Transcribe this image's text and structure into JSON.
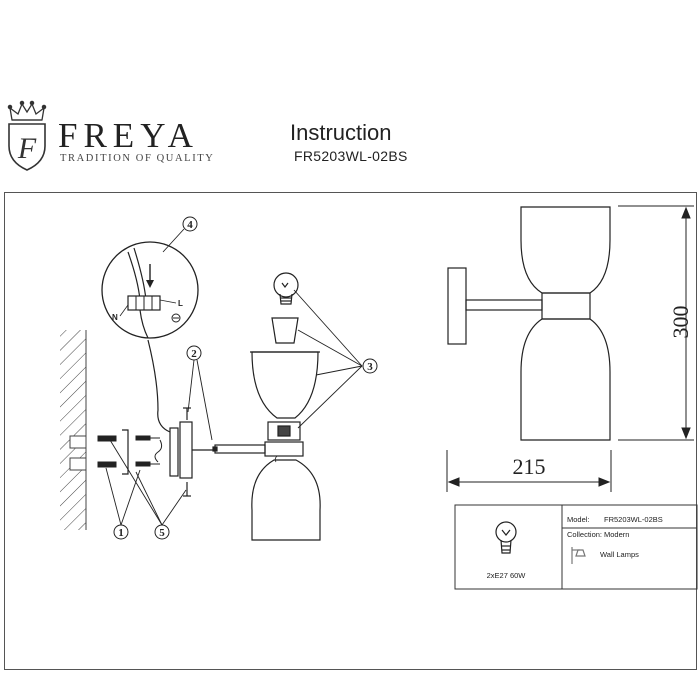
{
  "brand": {
    "name": "FREYA",
    "tagline": "TRADITION OF QUALITY",
    "logo_letter": "F"
  },
  "document": {
    "title": "Instruction",
    "model_code": "FR5203WL-02BS"
  },
  "callouts": [
    "1",
    "2",
    "3",
    "4",
    "5"
  ],
  "wiring": {
    "neutral_label": "N",
    "live_label": "L"
  },
  "dimensions": {
    "height": "300",
    "width": "215"
  },
  "spec_box": {
    "bulb": "2xE27 60W",
    "model_label": "Model:",
    "model_value": "FR5203WL-02BS",
    "collection_label": "Collection:",
    "collection_value": "Modern",
    "category": "Wall Lamps"
  }
}
